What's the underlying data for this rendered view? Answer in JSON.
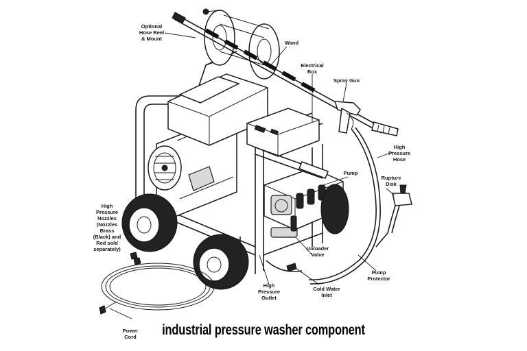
{
  "caption": "industrial pressure washer component",
  "labels": {
    "optional_hose_reel": "Optional\nHose Reel\n& Mount",
    "wand": "Wand",
    "electrical_box": "Electrical\nBox",
    "spray_gun": "Spray Gun",
    "high_pressure_hose": "High\nPressure\nHose",
    "pump": "Pump",
    "rupture_disk": "Rupture\nDisk",
    "high_pressure_nozzles": "High\nPressure\nNozzles\n(Nozzles\nBrass\n(Black) and\nRed sold\nseparately)",
    "unloader_valve": "Unloader\nValve",
    "pump_protector": "Pump\nProtector",
    "high_pressure_outlet": "High\nPressure\nOutlet",
    "cold_water_inlet": "Cold Water\nInlet",
    "power_cord": "Power\nCord"
  }
}
